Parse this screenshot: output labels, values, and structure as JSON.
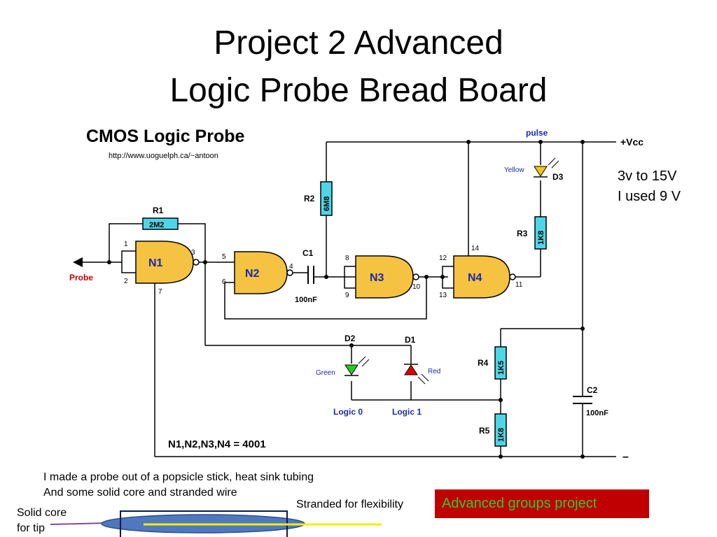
{
  "slide": {
    "title_line1": "Project 2 Advanced",
    "title_line2": "Logic Probe Bread Board",
    "voltage_line1": "3v to 15V",
    "voltage_line2": "I used 9 V",
    "probe_note_line1": "I made a probe out of a popsicle stick, heat sink tubing",
    "probe_note_line2": "And some solid core and stranded wire",
    "stranded_label": "Stranded for flexibility",
    "solid_line1": "Solid core",
    "solid_line2": "for tip",
    "advanced_label": "Advanced groups project"
  },
  "schematic": {
    "title": "CMOS Logic Probe",
    "url": "http://www.uoguelph.ca/~antoon",
    "pulse_label": "pulse",
    "vcc_label": "+Vcc",
    "gnd_label": "–",
    "probe_label": "Probe",
    "ic_note": "N1,N2,N3,N4 = 4001",
    "gates": {
      "n1": "N1",
      "n2": "N2",
      "n3": "N3",
      "n4": "N4"
    },
    "resistors": {
      "r1": {
        "name": "R1",
        "value": "2M2"
      },
      "r2": {
        "name": "R2",
        "value": "6M8"
      },
      "r3": {
        "name": "R3",
        "value": "1K8"
      },
      "r4": {
        "name": "R4",
        "value": "1K5"
      },
      "r5": {
        "name": "R5",
        "value": "1K8"
      }
    },
    "capacitors": {
      "c1": {
        "name": "C1",
        "value": "100nF"
      },
      "c2": {
        "name": "C2",
        "value": "100nF"
      }
    },
    "leds": {
      "d1": {
        "name": "D1",
        "color_label": "Red",
        "logic_label": "Logic 1",
        "color": "#e00000"
      },
      "d2": {
        "name": "D2",
        "color_label": "Green",
        "logic_label": "Logic 0",
        "color": "#22cc22"
      },
      "d3": {
        "name": "D3",
        "color_label": "Yellow",
        "color": "#f5c518"
      }
    },
    "pins": {
      "p1": "1",
      "p2": "2",
      "p3": "3",
      "p4": "4",
      "p5": "5",
      "p6": "6",
      "p7": "7",
      "p8": "8",
      "p9": "9",
      "p10": "10",
      "p11": "11",
      "p12": "12",
      "p13": "13",
      "p14": "14"
    },
    "colors": {
      "gate_fill": "#f5c242",
      "resistor_fill": "#4fd6e6",
      "label_blue": "#1a2aa8"
    }
  }
}
